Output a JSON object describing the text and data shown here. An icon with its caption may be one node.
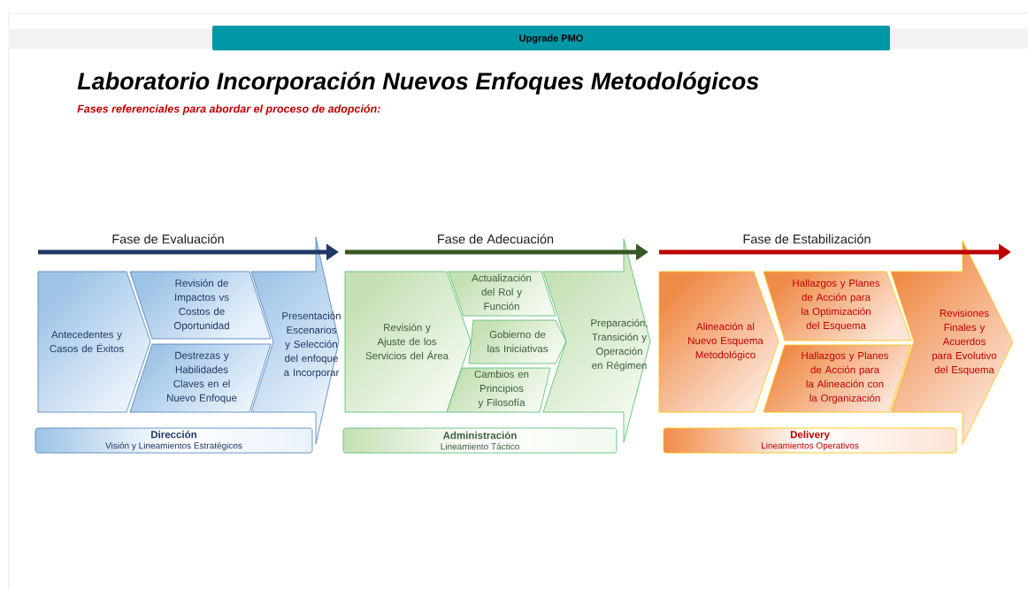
{
  "diagram": {
    "title": "Laboratorio Incorporación Nuevos Enfoques Metodológicos",
    "nodes": [
      {
        "text": [
          "Upgrade PMO"
        ]
      },
      {
        "text": [
          "Antecedentes y Casos de Éxitos"
        ]
      },
      {
        "text": [
          "Revisión de Impactos vs Costos de Oportunidad"
        ]
      },
      {
        "text": [
          "Destrezas y Habilidades Claves en el Nuevo Enfoque"
        ]
      },
      {
        "text": [
          "Presentación Escenarios y Selección del enfoque a Incorporar"
        ]
      },
      {
        "text": [
          "Dirección",
          "Visión y Lineamientos Estratégicos"
        ]
      },
      {
        "text": [
          "Revisión y Ajuste de los Servicios del Área"
        ]
      },
      {
        "text": [
          "Actualización del Rol y Función"
        ]
      },
      {
        "text": [
          "Gobierno de las Iniciativas"
        ]
      },
      {
        "text": [
          "Cambios en Principios y Filosofía"
        ]
      },
      {
        "text": [
          "Preparación, Transición y Operación en Régimen"
        ]
      },
      {
        "text": [
          "Administración",
          "Lineamiento Táctico"
        ]
      },
      {
        "text": [
          "Alineación al Nuevo Esquema Metodológico"
        ]
      },
      {
        "text": [
          "Hallazgos y Planes de Acción para la Optimización del Esquema"
        ]
      },
      {
        "text": [
          "Hallazgos y Planes de Acción para la Alineación con la Organización"
        ]
      },
      {
        "text": [
          "Revisiones Finales y Acuerdos para Evolutivo del Esquema"
        ]
      },
      {
        "text": [
          "Delivery",
          "Lineamientos Operativos"
        ]
      }
    ],
    "labels": [
      "Fases referenciales para abordar el proceso de adopción:",
      "Fase de Evaluación",
      "Fase de Adecuación",
      "Fase de Estabilización"
    ]
  }
}
